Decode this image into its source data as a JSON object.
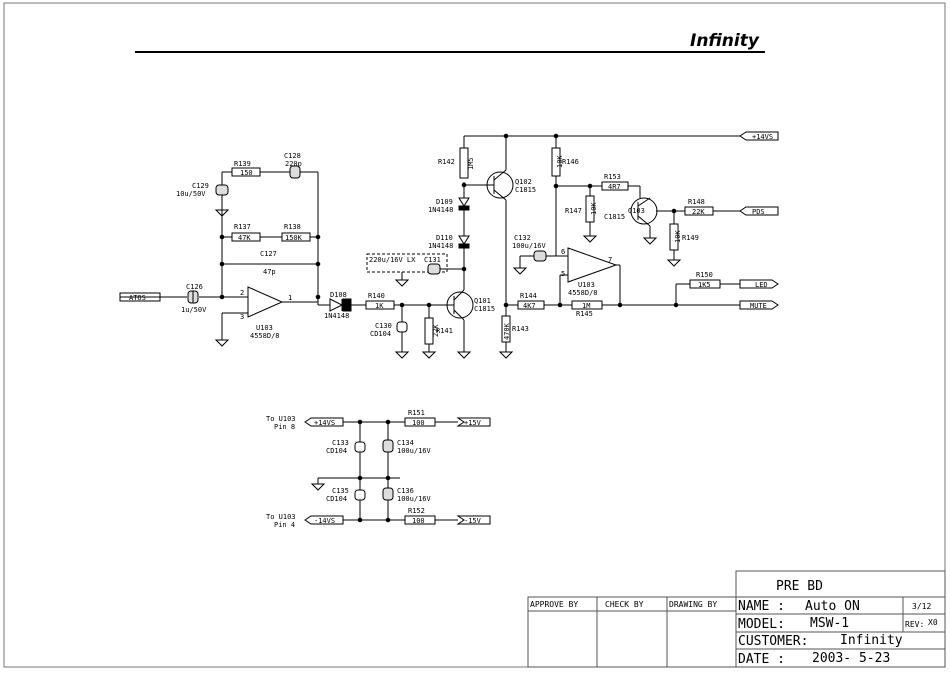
{
  "brand": "Infinity",
  "components": {
    "r139": {
      "ref": "R139",
      "val": "150"
    },
    "c128": {
      "ref": "C128",
      "val": "220p"
    },
    "c129": {
      "ref": "C129",
      "val": "10u/50V"
    },
    "r137": {
      "ref": "R137",
      "val": "47K"
    },
    "r138": {
      "ref": "R138",
      "val": "150K"
    },
    "c127": {
      "ref": "C127",
      "val": "47p"
    },
    "c126": {
      "ref": "C126",
      "val": "1u/50V"
    },
    "u103a": {
      "ref": "U103",
      "val": "4558D/8"
    },
    "d108": {
      "ref": "D108",
      "val": "1N4148"
    },
    "r140": {
      "ref": "R140",
      "val": "1K"
    },
    "c130": {
      "ref": "C130",
      "val": "CD104"
    },
    "r141": {
      "ref": "R141",
      "val": "22K"
    },
    "q101": {
      "ref": "Q101",
      "val": "C1815"
    },
    "c131": {
      "ref": "C131",
      "val": "220u/16V LX"
    },
    "d110": {
      "ref": "D110",
      "val": "1N4148"
    },
    "d109": {
      "ref": "D109",
      "val": "1N4148"
    },
    "r142": {
      "ref": "R142",
      "val": "1M5"
    },
    "q102": {
      "ref": "Q102",
      "val": "C1815"
    },
    "r143": {
      "ref": "R143",
      "val": "470K"
    },
    "r144": {
      "ref": "R144",
      "val": "4K7"
    },
    "r145": {
      "ref": "R145",
      "val": "1M"
    },
    "c132": {
      "ref": "C132",
      "val": "100u/16V"
    },
    "u103b": {
      "ref": "U103",
      "val": "4558D/8"
    },
    "r146": {
      "ref": "R146",
      "val": "10K"
    },
    "r147": {
      "ref": "R147",
      "val": "10K"
    },
    "r153": {
      "ref": "R153",
      "val": "4R7"
    },
    "q103": {
      "ref": "Q103",
      "val": "C1815"
    },
    "r148": {
      "ref": "R148",
      "val": "22K"
    },
    "r149": {
      "ref": "R149",
      "val": "10K"
    },
    "r150": {
      "ref": "R150",
      "val": "1K5"
    },
    "r151": {
      "ref": "R151",
      "val": "100"
    },
    "r152": {
      "ref": "R152",
      "val": "100"
    },
    "c133": {
      "ref": "C133",
      "val": "CD104"
    },
    "c134": {
      "ref": "C134",
      "val": "100u/16V"
    },
    "c135": {
      "ref": "C135",
      "val": "CD104"
    },
    "c136": {
      "ref": "C136",
      "val": "100u/16V"
    }
  },
  "ports": {
    "atos": "ATOS",
    "p14v_top": "+14VS",
    "pds": "PDS",
    "led": "LED",
    "mute": "MUTE",
    "p14v_sup": "+14VS",
    "p15v": "+15V",
    "m14v": "-14VS",
    "m15v": "-15V"
  },
  "notes": {
    "to_u103_a": "To U103",
    "pin8": "Pin 8",
    "to_u103_b": "To U103",
    "pin4": "Pin 4"
  },
  "pins": {
    "p2": "2",
    "p3": "3",
    "p1": "1",
    "p6": "6",
    "p5": "5",
    "p7": "7"
  },
  "title_block": {
    "approve_by": "APPROVE BY",
    "check_by": "CHECK BY",
    "drawing_by": "DRAWING BY",
    "title": "PRE BD",
    "name_label": "NAME :",
    "name_value": "Auto ON",
    "model_label": "MODEL:",
    "model_value": "MSW-1",
    "customer_label": "CUSTOMER:",
    "customer_value": "Infinity",
    "date_label": "DATE :",
    "date_value": "2003- 5-23",
    "sheet": "3/12",
    "rev_label": "REV:",
    "rev_value": "X0"
  }
}
